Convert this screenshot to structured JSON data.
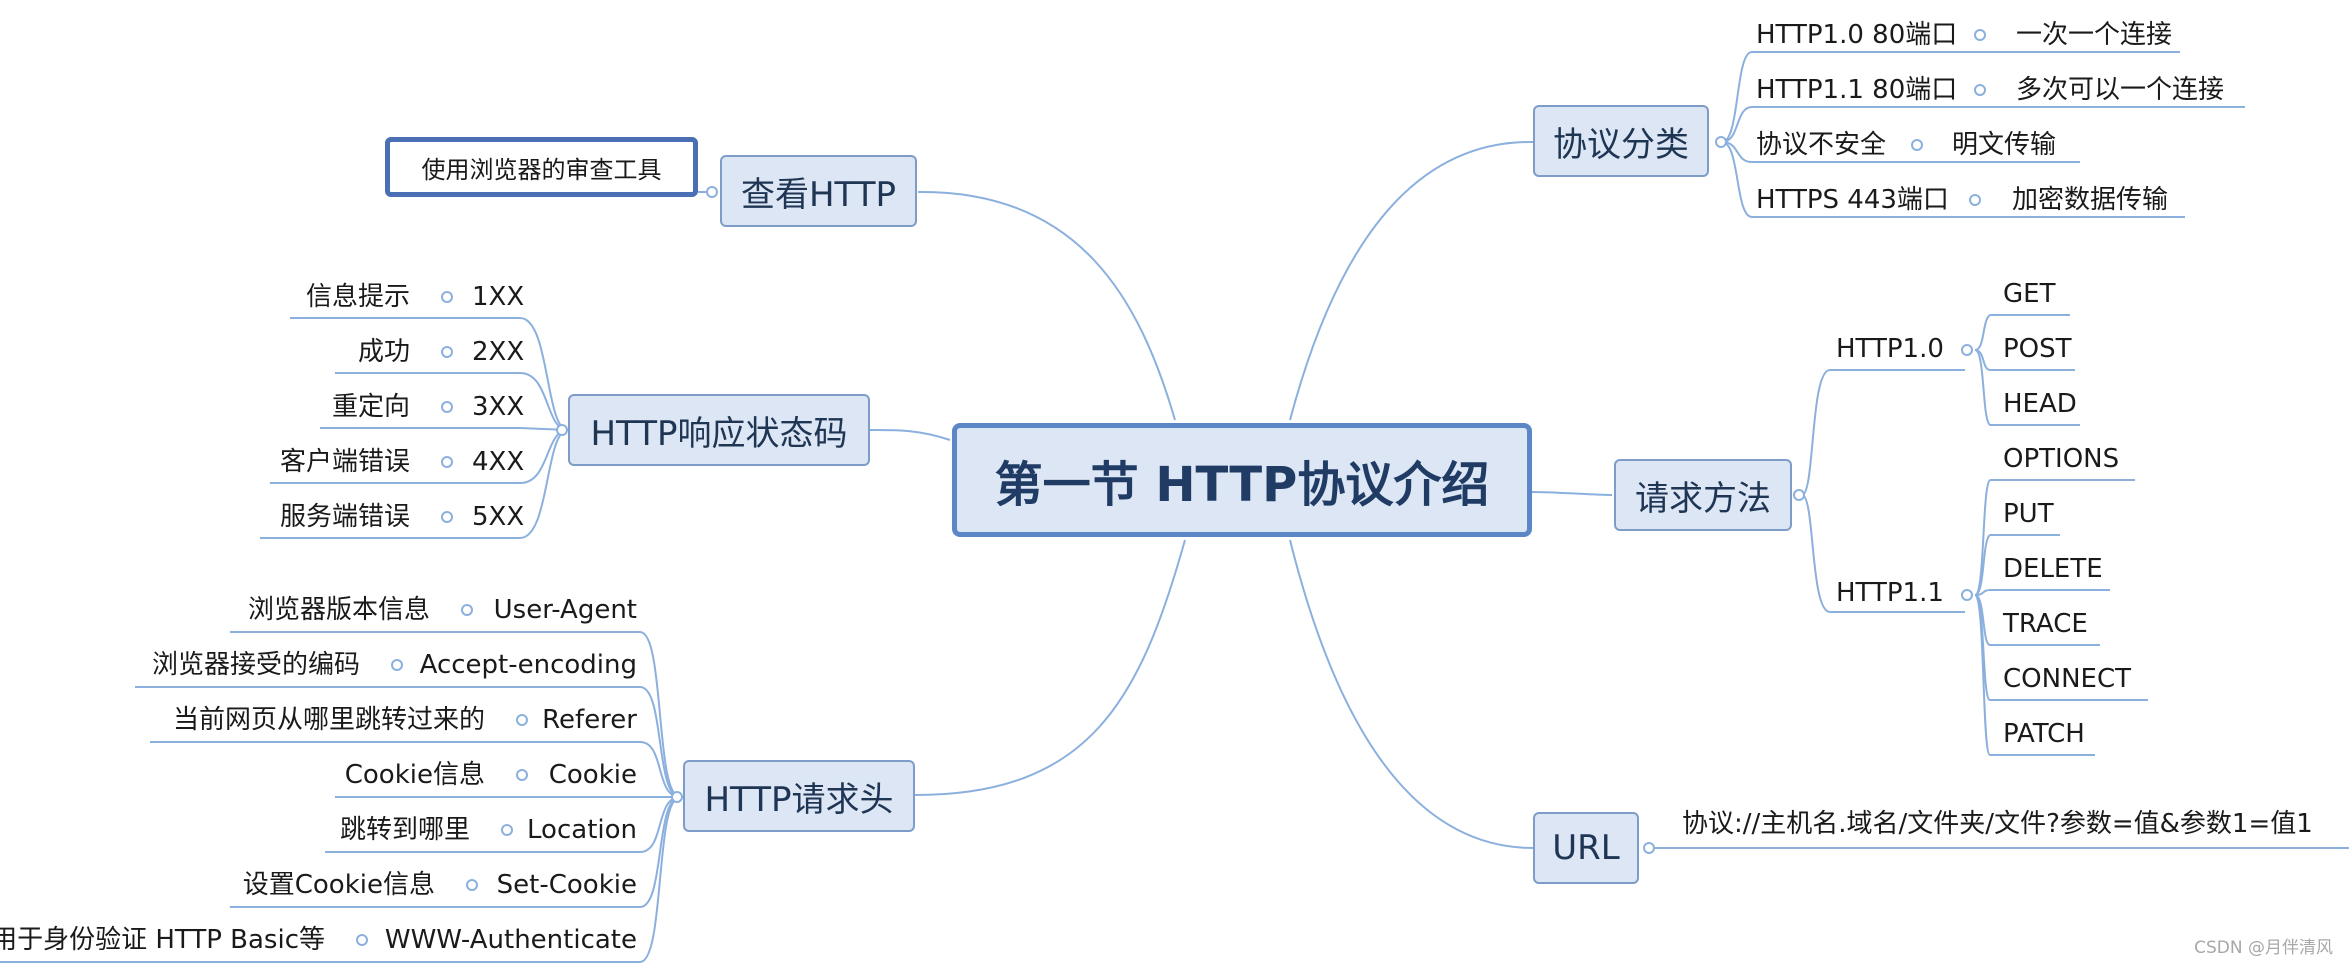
{
  "title": "第一节 HTTP协议介绍",
  "view": {
    "label": "查看HTTP",
    "hint": "使用浏览器的审查工具"
  },
  "status": {
    "label": "HTTP响应状态码",
    "items": [
      {
        "text": "信息提示",
        "code": "1XX"
      },
      {
        "text": "成功",
        "code": "2XX"
      },
      {
        "text": "重定向",
        "code": "3XX"
      },
      {
        "text": "客户端错误",
        "code": "4XX"
      },
      {
        "text": "服务端错误",
        "code": "5XX"
      }
    ]
  },
  "headers": {
    "label": "HTTP请求头",
    "items": [
      {
        "desc": "浏览器版本信息",
        "name": "User-Agent"
      },
      {
        "desc": "浏览器接受的编码",
        "name": "Accept-encoding"
      },
      {
        "desc": "当前网页从哪里跳转过来的",
        "name": "Referer"
      },
      {
        "desc": "Cookie信息",
        "name": "Cookie"
      },
      {
        "desc": "跳转到哪里",
        "name": "Location"
      },
      {
        "desc": "设置Cookie信息",
        "name": "Set-Cookie"
      },
      {
        "desc": "用于身份验证 HTTP Basic等",
        "name": "WWW-Authenticate"
      }
    ]
  },
  "protocol": {
    "label": "协议分类",
    "items": [
      {
        "name": "HTTP1.0 80端口",
        "desc": "一次一个连接"
      },
      {
        "name": "HTTP1.1 80端口",
        "desc": "多次可以一个连接"
      },
      {
        "name": "协议不安全",
        "desc": "明文传输"
      },
      {
        "name": "HTTPS 443端口",
        "desc": "加密数据传输"
      }
    ]
  },
  "methods": {
    "label": "请求方法",
    "v10": {
      "label": "HTTP1.0",
      "items": [
        "GET",
        "POST",
        "HEAD"
      ]
    },
    "v11": {
      "label": "HTTP1.1",
      "items": [
        "OPTIONS",
        "PUT",
        "DELETE",
        "TRACE",
        "CONNECT",
        "PATCH"
      ]
    }
  },
  "url": {
    "label": "URL",
    "format": "协议://主机名.域名/文件夹/文件?参数=值&参数1=值1"
  },
  "watermark": "CSDN @月伴清风",
  "colors": {
    "line": "#8cb0de",
    "box_fill": "#dce6f4",
    "box_border": "#7e9cc8",
    "central_border": "#5b87c7",
    "hint_border": "#4a6fb5"
  }
}
